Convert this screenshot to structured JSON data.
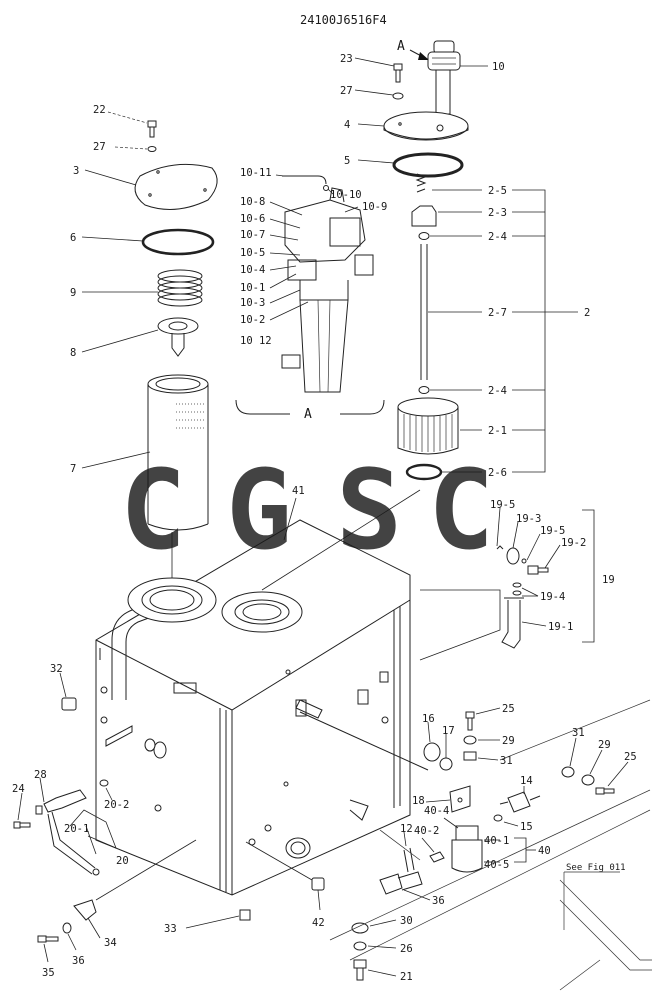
{
  "document_code": "24100J6516F4",
  "detail_view_letter": "A",
  "see_reference": "See Fig 011",
  "watermark": {
    "letters": [
      "C",
      "G",
      "S",
      "C"
    ],
    "colors": [
      "#4f8ef7",
      "#f26b6b",
      "#f7d24a",
      "#3dae7a"
    ]
  },
  "labels": {
    "l10": "10",
    "l23": "23",
    "l27a": "27",
    "l4": "4",
    "l5": "5",
    "l22": "22",
    "l27b": "27",
    "l3": "3",
    "l6": "6",
    "l9": "9",
    "l8": "8",
    "l7": "7",
    "l10_11": "10-11",
    "l10_10": "10-10",
    "l10_8": "10-8",
    "l10_9": "10-9",
    "l10_6": "10-6",
    "l10_7": "10-7",
    "l10_5": "10-5",
    "l10_4": "10-4",
    "l10_1": "10-1",
    "l10_3": "10-3",
    "l10_2": "10-2",
    "l10_12": "10 12",
    "l2_5": "2-5",
    "l2_3": "2-3",
    "l2_4a": "2-4",
    "l2_7": "2-7",
    "l2": "2",
    "l2_4b": "2-4",
    "l2_1": "2-1",
    "l2_6": "2-6",
    "l41": "41",
    "l19_5a": "19-5",
    "l19_3": "19-3",
    "l19_5b": "19-5",
    "l19_2": "19-2",
    "l19": "19",
    "l19_4": "19-4",
    "l19_1": "19-1",
    "l32": "32",
    "l25a": "25",
    "l16": "16",
    "l17": "17",
    "l29a": "29",
    "l31a": "31",
    "l31b": "31",
    "l29b": "29",
    "l25b": "25",
    "l14": "14",
    "l18": "18",
    "l15": "15",
    "l40_4": "40-4",
    "l40_2": "40-2",
    "l12": "12",
    "l40_1": "40-1",
    "l40": "40",
    "l40_5": "40-5",
    "l28": "28",
    "l24": "24",
    "l20_2": "20-2",
    "l20_1": "20-1",
    "l20": "20",
    "l33": "33",
    "l42": "42",
    "l36a": "36",
    "l30": "30",
    "l26": "26",
    "l21": "21",
    "l35": "35",
    "l36b": "36",
    "l34": "34"
  }
}
